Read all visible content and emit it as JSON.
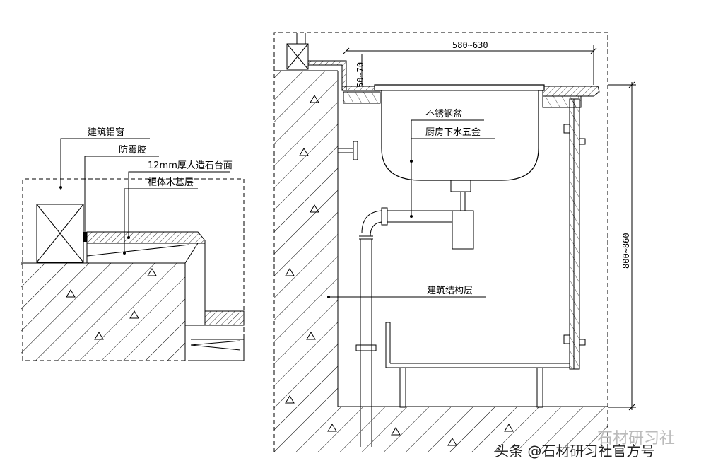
{
  "left_detail": {
    "labels": {
      "window": "建筑铝窗",
      "sealant": "防霉胶",
      "countertop": "12mm厚人造石台面",
      "cabinet_base": "柜体木基层"
    }
  },
  "right_section": {
    "labels": {
      "sink": "不锈钢盆",
      "hardware": "厨房下水五金",
      "structure": "建筑结构层"
    },
    "dimensions": {
      "width": "580~630",
      "lip": "50~70",
      "height": "800~860"
    }
  },
  "watermark": {
    "faded": "石材研习社",
    "main": "头条 @石材研习社官方号"
  }
}
